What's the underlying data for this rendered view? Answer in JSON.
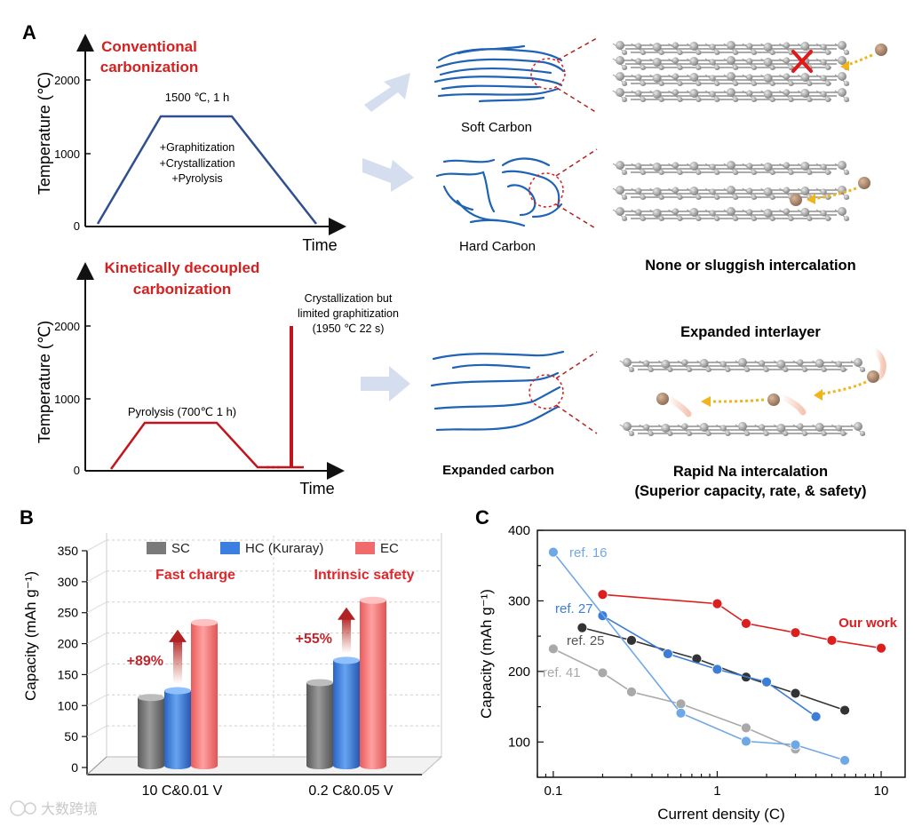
{
  "panels": {
    "a": {
      "label": "A",
      "conventional": {
        "title_line1": "Conventional",
        "title_line2": "carbonization",
        "ylabel": "Temperature (℃)",
        "xlabel": "Time",
        "yticks": [
          "0",
          "1000",
          "2000"
        ],
        "plateau_label": "1500 ℃, 1 h",
        "process_line1": "+Graphitization",
        "process_line2": "+Crystallization",
        "process_line3": "+Pyrolysis",
        "profile": {
          "ramp_to_c": 1500,
          "hold_h": 1
        }
      },
      "kinetic": {
        "title_line1": "Kinetically decoupled",
        "title_line2": "carbonization",
        "ylabel": "Temperature (℃)",
        "xlabel": "Time",
        "yticks": [
          "0",
          "1000",
          "2000"
        ],
        "pyrolysis_label": "Pyrolysis (700℃ 1 h)",
        "spike_line1": "Crystallization but",
        "spike_line2": "limited graphitization",
        "spike_line3": "(1950 ℃ 22 s)",
        "profile": {
          "pyrolysis_c": 700,
          "spike_c": 1950
        }
      },
      "soft_carbon_label": "Soft Carbon",
      "hard_carbon_label": "Hard Carbon",
      "expanded_carbon_label": "Expanded carbon",
      "sluggish_label": "None or sluggish intercalation",
      "expanded_interlayer_label": "Expanded interlayer",
      "rapid_line1": "Rapid Na intercalation",
      "rapid_line2": "(Superior capacity, rate, & safety)"
    },
    "b": {
      "label": "B",
      "ylabel": "Capacity (mAh g⁻¹)",
      "legend": [
        "SC",
        "HC (Kuraray)",
        "EC"
      ],
      "group_titles": [
        "Fast charge",
        "Intrinsic safety"
      ],
      "improvements": [
        "+89%",
        "+55%"
      ],
      "yticks": [
        "0",
        "50",
        "100",
        "150",
        "200",
        "250",
        "300",
        "350"
      ]
    },
    "c": {
      "label": "C",
      "xlabel": "Current density (C)",
      "ylabel": "Capacity (mAh g⁻¹)",
      "xticks": [
        "0.1",
        "1",
        "10"
      ],
      "yticks": [
        "100",
        "200",
        "300",
        "400"
      ],
      "series_labels": [
        "ref. 16",
        "ref. 27",
        "ref. 25",
        "ref. 41",
        "Our work"
      ]
    }
  },
  "watermark": "大数跨境",
  "chart_data": [
    {
      "type": "bar",
      "title": "",
      "categories": [
        "10 C&0.01 V",
        "0.2 C&0.05 V"
      ],
      "series": [
        {
          "name": "SC",
          "values": [
            113,
            137
          ],
          "color": "#7a7a7a"
        },
        {
          "name": "HC (Kuraray)",
          "values": [
            124,
            173
          ],
          "color": "#3d7fe0"
        },
        {
          "name": "EC",
          "values": [
            234,
            270
          ],
          "color": "#f06b6b"
        }
      ],
      "ylabel": "Capacity (mAh g⁻¹)",
      "ylim": [
        0,
        350
      ],
      "grid": true,
      "legend": "top"
    },
    {
      "type": "line",
      "title": "",
      "xlabel": "Current density (C)",
      "ylabel": "Capacity (mAh g⁻¹)",
      "xscale": "log",
      "xlim": [
        0.08,
        14
      ],
      "ylim": [
        50,
        400
      ],
      "series": [
        {
          "name": "ref. 16",
          "color": "#6fa8e6",
          "x": [
            0.1,
            0.6,
            1.5,
            3,
            6
          ],
          "y": [
            369,
            141,
            101,
            96,
            74
          ]
        },
        {
          "name": "ref. 27",
          "color": "#3c7dd8",
          "x": [
            0.2,
            0.5,
            1,
            2,
            4
          ],
          "y": [
            279,
            225,
            203,
            185,
            136
          ]
        },
        {
          "name": "ref. 25",
          "color": "#333333",
          "x": [
            0.15,
            0.3,
            0.75,
            1.5,
            3,
            6
          ],
          "y": [
            262,
            244,
            218,
            192,
            169,
            145
          ]
        },
        {
          "name": "ref. 41",
          "color": "#a9a9a9",
          "x": [
            0.1,
            0.2,
            0.3,
            0.6,
            1.5,
            3
          ],
          "y": [
            232,
            198,
            171,
            154,
            120,
            90
          ]
        },
        {
          "name": "Our work",
          "color": "#dd1e1e",
          "x": [
            0.2,
            1,
            1.5,
            3,
            5,
            10
          ],
          "y": [
            309,
            296,
            268,
            255,
            244,
            233
          ]
        }
      ]
    }
  ]
}
